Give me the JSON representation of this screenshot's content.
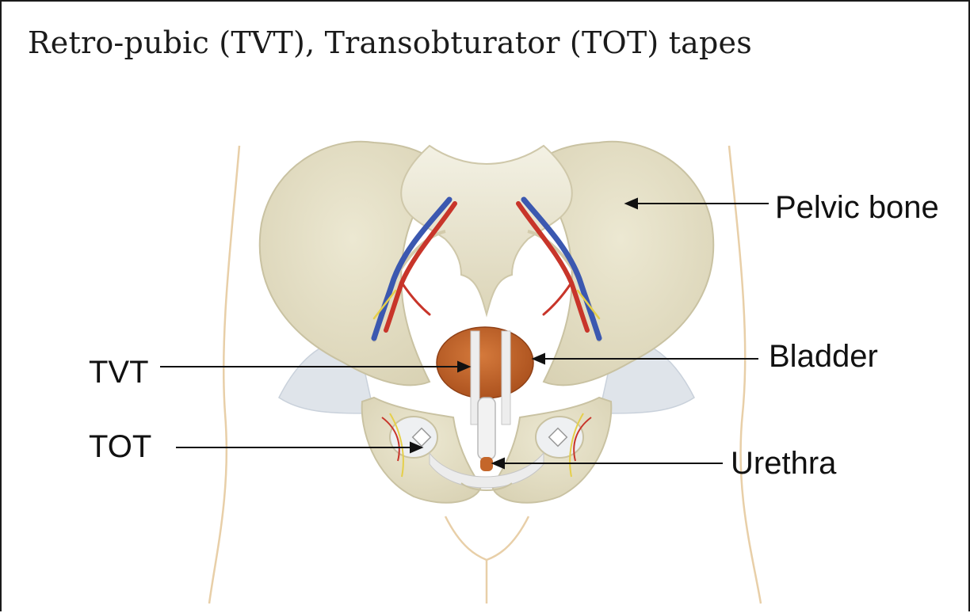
{
  "title": "Retro-pubic (TVT), Transobturator (TOT) tapes",
  "labels": {
    "pelvic_bone": "Pelvic bone",
    "bladder": "Bladder",
    "urethra": "Urethra",
    "tvt": "TVT",
    "tot": "TOT"
  },
  "colors": {
    "bone": "#e6e1c8",
    "bone_outline": "#c9c2a2",
    "bladder": "#c4662a",
    "artery": "#c8352a",
    "vein": "#3b58b0",
    "nerve": "#e5cf4a",
    "tape": "#eeeeee",
    "skin_outline": "#e4c8a0"
  }
}
